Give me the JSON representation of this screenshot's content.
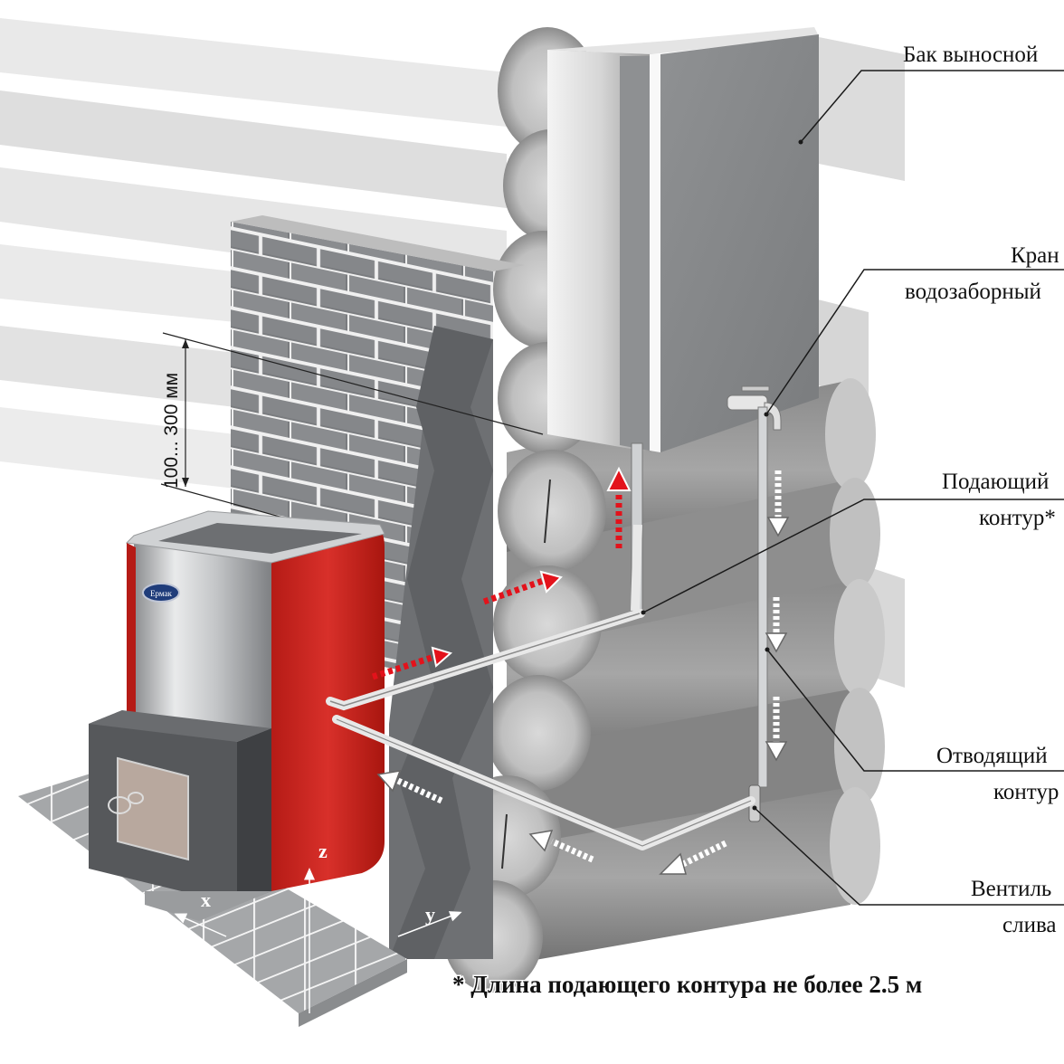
{
  "diagram": {
    "title": "Схема подключения выносного бака к банной печи",
    "labels": {
      "tank": "Бак выносной",
      "faucet_line1": "Кран",
      "faucet_line2": "водозаборный",
      "supply_line1": "Подающий",
      "supply_line2": "контур*",
      "return_line1": "Отводящий",
      "return_line2": "контур",
      "drain_line1": "Вентиль",
      "drain_line2": "слива"
    },
    "dimension": "100... 300 мм",
    "axes": {
      "x": "x",
      "y": "y",
      "z": "z"
    },
    "footnote": "* Длина подающего контура не более 2.5 м",
    "stove_brand": "Ермак",
    "colors": {
      "stove_red": "#c8231e",
      "hot_arrow": "#e3121b",
      "cold_arrow": "#ffffff",
      "steel": "#b9bcbf",
      "brick": "#7b7d80",
      "log": "#9a9a9a",
      "leader_line": "#1a1a1a"
    }
  }
}
